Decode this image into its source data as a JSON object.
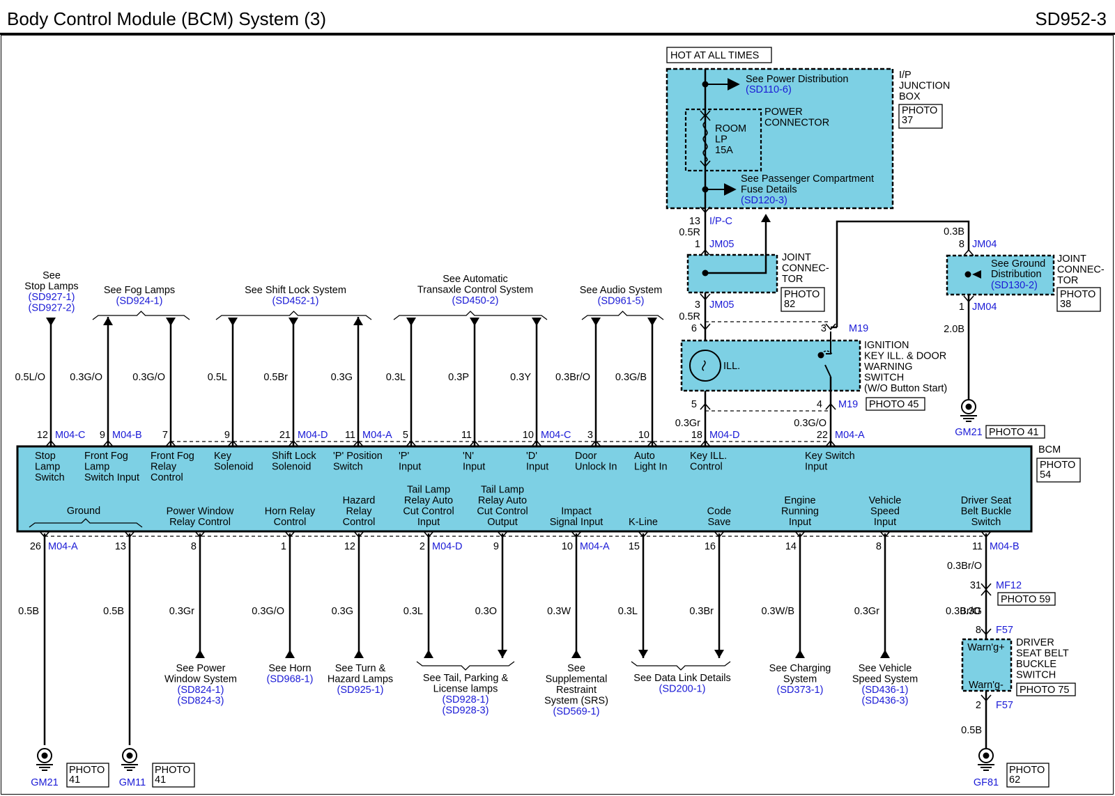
{
  "header": {
    "title": "Body Control Module (BCM) System (3)",
    "code": "SD952-3"
  },
  "colors": {
    "module_fill": "#7dd0e4",
    "ref_text": "#1a1ad6"
  },
  "power": {
    "hot": "HOT AT ALL TIMES",
    "jbox_label": [
      "I/P",
      "JUNCTION",
      "BOX"
    ],
    "jbox_photo": [
      "PHOTO",
      "37"
    ],
    "see_pd": "See Power Distribution",
    "see_pd_ref": "(SD110-6)",
    "power_conn": [
      "POWER",
      "CONNECTOR"
    ],
    "fuse": [
      "ROOM",
      "LP",
      "15A"
    ],
    "see_pc": [
      "See Passenger Compartment",
      "Fuse Details"
    ],
    "see_pc_ref": "(SD120-3)",
    "pin13": "13",
    "ipc": "I/P-C",
    "wire_05r": "0.5R",
    "pin1": "1",
    "jm05_top": "JM05",
    "jc1_label": [
      "JOINT",
      "CONNEC-",
      "TOR"
    ],
    "jc1_photo": [
      "PHOTO",
      "82"
    ],
    "pin3": "3",
    "jm05_bot": "JM05",
    "wire_05r_b": "0.5R",
    "pin6": "6",
    "pin3b": "3",
    "m19_top": "M19",
    "ign_label": [
      "IGNITION",
      "KEY ILL. & DOOR",
      "WARNING",
      "SWITCH",
      "(W/O Button Start)"
    ],
    "ill": "ILL.",
    "pin5": "5",
    "pin4": "4",
    "m19_bot": "M19",
    "ign_photo": "PHOTO 45",
    "wire_03gr": "0.3Gr",
    "wire_03go": "0.3G/O",
    "wire_03b": "0.3B",
    "pin8": "8",
    "jm04_top": "JM04",
    "see_gd": [
      "See Ground",
      "Distribution"
    ],
    "see_gd_ref": "(SD130-2)",
    "jc2_label": [
      "JOINT",
      "CONNEC-",
      "TOR"
    ],
    "jc2_photo": [
      "PHOTO",
      "38"
    ],
    "pin1b": "1",
    "jm04_bot": "JM04",
    "wire_20b": "2.0B",
    "gm21_top": "GM21",
    "gm21_top_photo": "PHOTO 41"
  },
  "top_refs": {
    "stop": {
      "text": [
        "See",
        "Stop Lamps"
      ],
      "refs": [
        "(SD927-1)",
        "(SD927-2)"
      ]
    },
    "fog": {
      "text": [
        "See Fog Lamps"
      ],
      "refs": [
        "(SD924-1)"
      ]
    },
    "shift": {
      "text": [
        "See Shift Lock System"
      ],
      "refs": [
        "(SD452-1)"
      ]
    },
    "auto": {
      "text": [
        "See Automatic",
        "Transaxle Control System"
      ],
      "refs": [
        "(SD450-2)"
      ]
    },
    "audio": {
      "text": [
        "See Audio System"
      ],
      "refs": [
        "(SD961-5)"
      ]
    }
  },
  "top_wires": [
    {
      "wire": "0.5L/O",
      "pin": "12",
      "conn": "M04-C",
      "label": [
        "Stop",
        "Lamp",
        "Switch"
      ]
    },
    {
      "wire": "0.3G/O",
      "pin": "9",
      "conn": "M04-B",
      "label": [
        "Front Fog",
        "Lamp",
        "Switch Input"
      ]
    },
    {
      "wire": "0.3G/O",
      "pin": "7",
      "conn": "",
      "label": [
        "Front Fog",
        "Relay",
        "Control"
      ]
    },
    {
      "wire": "0.5L",
      "pin": "9",
      "conn": "",
      "label": [
        "Key",
        "Solenoid"
      ]
    },
    {
      "wire": "0.5Br",
      "pin": "21",
      "conn": "M04-D",
      "label": [
        "Shift Lock",
        "Solenoid"
      ]
    },
    {
      "wire": "0.3G",
      "pin": "11",
      "conn": "M04-A",
      "label": [
        "'P' Position",
        "Switch"
      ]
    },
    {
      "wire": "0.3L",
      "pin": "5",
      "conn": "",
      "label": [
        "'P'",
        "Input"
      ]
    },
    {
      "wire": "0.3P",
      "pin": "11",
      "conn": "",
      "label": [
        "'N'",
        "Input"
      ]
    },
    {
      "wire": "0.3Y",
      "pin": "10",
      "conn": "M04-C",
      "label": [
        "'D'",
        "Input"
      ]
    },
    {
      "wire": "0.3Br/O",
      "pin": "3",
      "conn": "",
      "label": [
        "Door",
        "Unlock In"
      ]
    },
    {
      "wire": "0.3G/B",
      "pin": "10",
      "conn": "",
      "label": [
        "Auto",
        "Light In"
      ]
    },
    {
      "wire": "",
      "pin": "18",
      "conn": "M04-D",
      "label": [
        "Key ILL.",
        "Control"
      ]
    },
    {
      "wire": "",
      "pin": "22",
      "conn": "M04-A",
      "label": [
        "Key Switch",
        "Input"
      ]
    }
  ],
  "bcm": {
    "name": "BCM",
    "photo": [
      "PHOTO",
      "54"
    ]
  },
  "bottom_wires": [
    {
      "wire": "0.5B",
      "pin": "26",
      "conn": "M04-A",
      "label": [
        "Ground"
      ]
    },
    {
      "wire": "0.5B",
      "pin": "13",
      "conn": "",
      "label": []
    },
    {
      "wire": "0.3Gr",
      "pin": "8",
      "conn": "",
      "label": [
        "Power Window",
        "Relay Control"
      ]
    },
    {
      "wire": "0.3G/O",
      "pin": "1",
      "conn": "",
      "label": [
        "Horn Relay",
        "Control"
      ]
    },
    {
      "wire": "0.3G",
      "pin": "12",
      "conn": "",
      "label": [
        "Hazard",
        "Relay",
        "Control"
      ]
    },
    {
      "wire": "0.3L",
      "pin": "2",
      "conn": "M04-D",
      "label": [
        "Tail Lamp",
        "Relay Auto",
        "Cut Control",
        "Input"
      ]
    },
    {
      "wire": "0.3O",
      "pin": "9",
      "conn": "",
      "label": [
        "Tail Lamp",
        "Relay Auto",
        "Cut Control",
        "Output"
      ]
    },
    {
      "wire": "0.3W",
      "pin": "10",
      "conn": "M04-A",
      "label": [
        "Impact",
        "Signal Input"
      ]
    },
    {
      "wire": "0.3L",
      "pin": "15",
      "conn": "",
      "label": [
        "K-Line"
      ]
    },
    {
      "wire": "0.3Br",
      "pin": "16",
      "conn": "",
      "label": [
        "Code",
        "Save"
      ]
    },
    {
      "wire": "0.3W/B",
      "pin": "14",
      "conn": "",
      "label": [
        "Engine",
        "Running",
        "Input"
      ]
    },
    {
      "wire": "0.3Gr",
      "pin": "8",
      "conn": "",
      "label": [
        "Vehicle",
        "Speed",
        "Input"
      ]
    },
    {
      "wire": "0.3Br/O",
      "pin": "11",
      "conn": "M04-B",
      "label": [
        "Driver Seat",
        "Belt Buckle",
        "Switch"
      ]
    }
  ],
  "bottom_refs": {
    "pw": {
      "text": [
        "See Power",
        "Window System"
      ],
      "refs": [
        "(SD824-1)",
        "(SD824-3)"
      ]
    },
    "horn": {
      "text": [
        "See Horn"
      ],
      "refs": [
        "(SD968-1)"
      ]
    },
    "turn": {
      "text": [
        "See Turn &",
        "Hazard Lamps"
      ],
      "refs": [
        "(SD925-1)"
      ]
    },
    "tail": {
      "text": [
        "See Tail, Parking &",
        "License lamps"
      ],
      "refs": [
        "(SD928-1)",
        "(SD928-3)"
      ]
    },
    "srs": {
      "text": [
        "See",
        "Supplemental",
        "Restraint",
        "System (SRS)"
      ],
      "refs": [
        "(SD569-1)"
      ]
    },
    "dl": {
      "text": [
        "See Data Link Details"
      ],
      "refs": [
        "(SD200-1)"
      ]
    },
    "chg": {
      "text": [
        "See Charging",
        "System"
      ],
      "refs": [
        "(SD373-1)"
      ]
    },
    "vss": {
      "text": [
        "See Vehicle",
        "Speed System"
      ],
      "refs": [
        "(SD436-1)",
        "(SD436-3)"
      ]
    }
  },
  "grounds": {
    "gm21": "GM21",
    "gm21_photo": [
      "PHOTO",
      "41"
    ],
    "gm11": "GM11",
    "gm11_photo": [
      "PHOTO",
      "41"
    ],
    "gf81": "GF81",
    "gf81_photo": [
      "PHOTO",
      "62"
    ]
  },
  "seatbelt": {
    "pin31": "31",
    "mf12": "MF12",
    "photo59": "PHOTO 59",
    "wire_03g": "0.3G",
    "pin8": "8",
    "f57_top": "F57",
    "warn_plus": "Warn'g+",
    "warn_minus": "Warn'g-",
    "label": [
      "DRIVER",
      "SEAT BELT",
      "BUCKLE",
      "SWITCH"
    ],
    "photo75": "PHOTO 75",
    "pin2": "2",
    "f57_bot": "F57",
    "wire_05b": "0.5B"
  }
}
